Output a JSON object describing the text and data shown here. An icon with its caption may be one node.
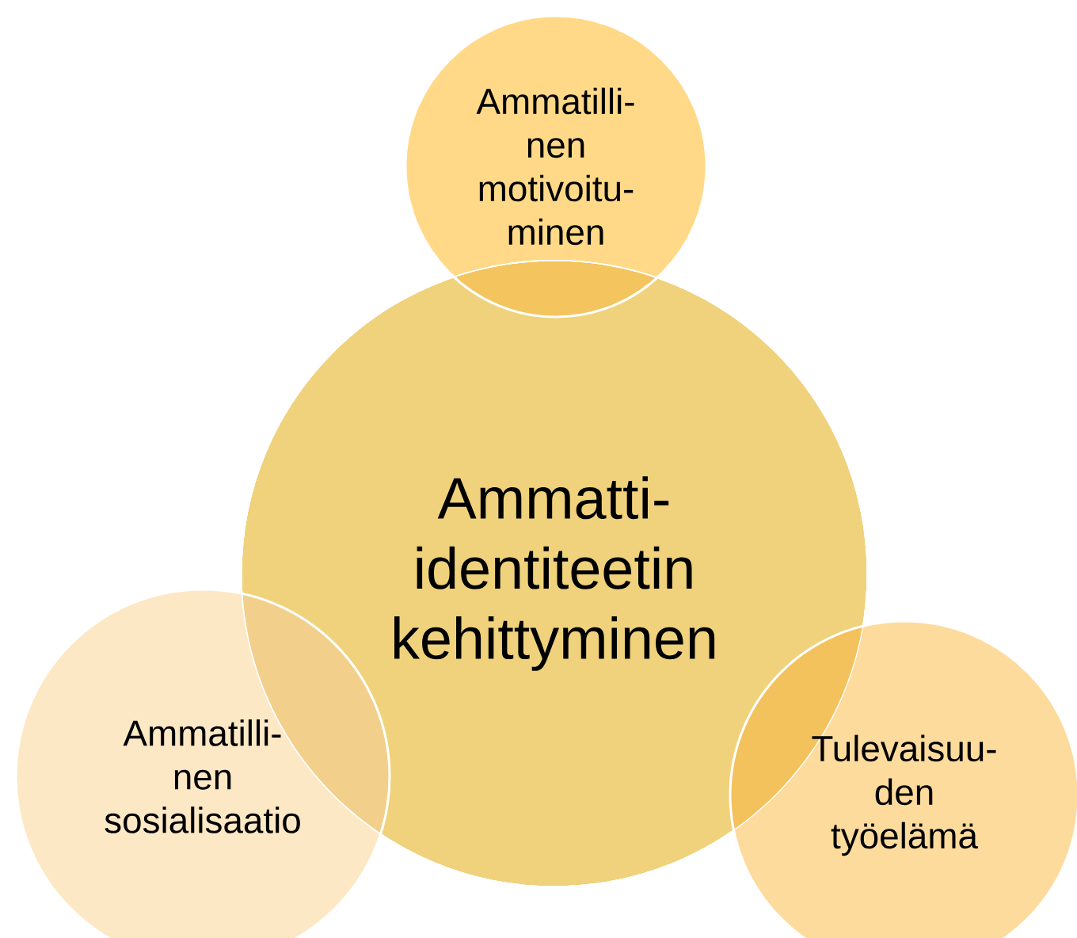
{
  "diagram": {
    "nodes": [
      {
        "text": [
          "Ammatilli- nen motivoitu- minen"
        ]
      },
      {
        "text": [
          "Ammatti- identiteetin kehittyminen"
        ]
      },
      {
        "text": [
          "Ammatilli- nen sosialisaatio"
        ]
      },
      {
        "text": [
          "Tulevaisuu- den työelämä"
        ]
      }
    ]
  }
}
